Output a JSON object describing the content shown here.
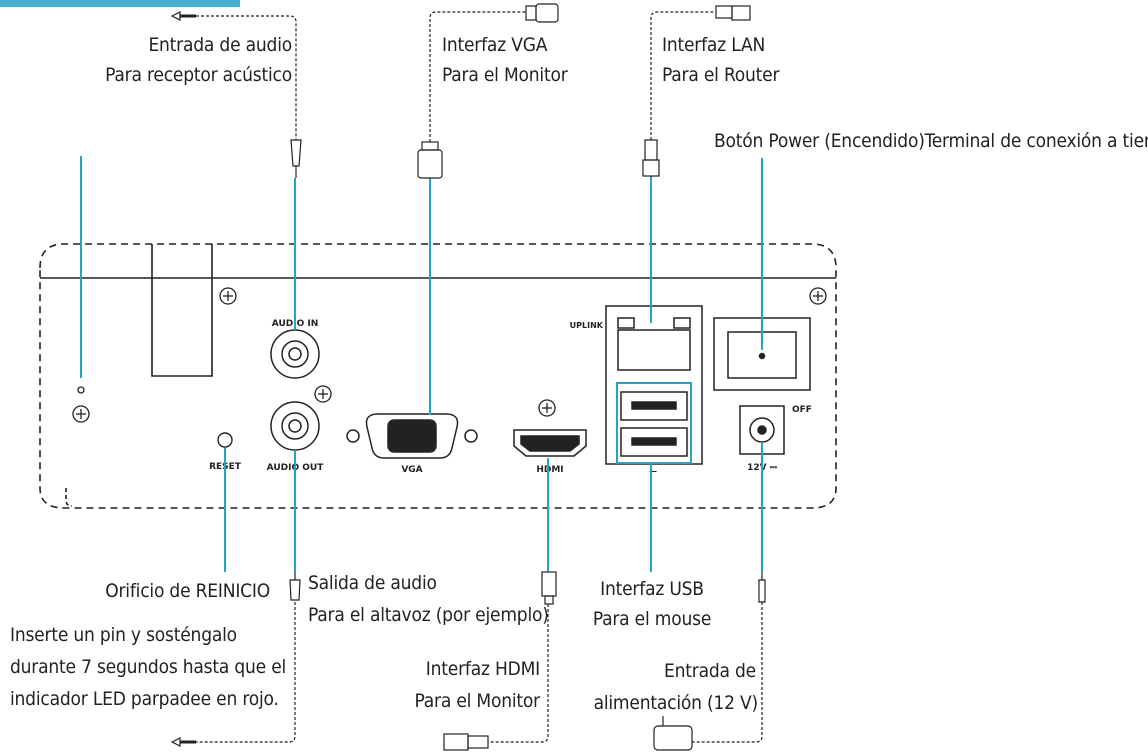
{
  "callouts": {
    "audio_in": {
      "title": "Entrada de audio",
      "subtitle": "Para receptor acústico"
    },
    "vga": {
      "title": "Interfaz VGA",
      "subtitle": "Para el Monitor"
    },
    "lan": {
      "title": "Interfaz LAN",
      "subtitle": "Para el Router"
    },
    "power": {
      "title": "Botón Power (Encendido)Terminal de conexión a tierra"
    },
    "reset": {
      "title": "Orificio de REINICIO",
      "note_lines": [
        "Inserte un pin y sosténgalo",
        "durante 7 segundos hasta que el",
        "indicador LED parpadee en rojo."
      ]
    },
    "audio_out": {
      "title": "Salida de audio",
      "subtitle": "Para el altavoz (por ejemplo)"
    },
    "hdmi": {
      "title": "Interfaz HDMI",
      "subtitle": "Para el Monitor"
    },
    "usb": {
      "title": "Interfaz USB",
      "subtitle": "Para el mouse"
    },
    "power_in": {
      "title": "Entrada de",
      "subtitle": "alimentación (12 V)"
    }
  },
  "panel_labels": {
    "audio_in": "AUDIO IN",
    "audio_out": "AUDIO OUT",
    "reset": "RESET",
    "vga": "VGA",
    "hdmi": "HDMI",
    "uplink": "UPLINK",
    "off": "OFF",
    "dc": "12V ⎓"
  },
  "colors": {
    "leader_line": "#29a3c4",
    "outline": "#222222"
  }
}
